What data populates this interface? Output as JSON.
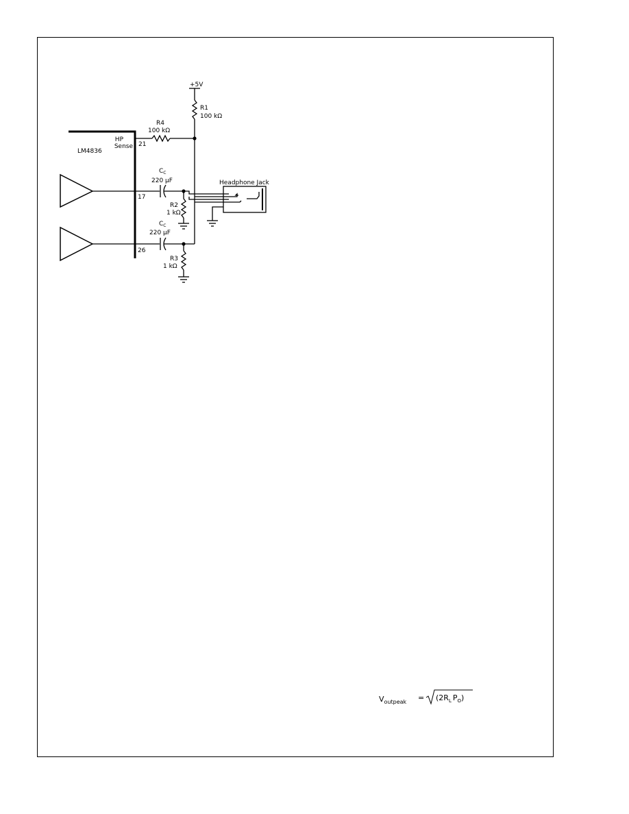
{
  "schematic": {
    "chip_label": "LM4836",
    "pin_hp_sense": "21",
    "hp_sense_label_line1": "HP",
    "hp_sense_label_line2": "Sense",
    "pin_left": "17",
    "pin_right": "26",
    "supply_label": "+5V",
    "r1_name": "R1",
    "r1_value": "100 kΩ",
    "r4_name": "R4",
    "r4_value": "100 kΩ",
    "cc_top_name": "C",
    "cc_top_sub": "C",
    "cc_top_value": "220 µF",
    "cc_bottom_name": "C",
    "cc_bottom_sub": "C",
    "cc_bottom_value": "220 µF",
    "r2_name": "R2",
    "r2_value": "1 kΩ",
    "r3_name": "R3",
    "r3_value": "1 kΩ",
    "jack_label": "Headphone Jack"
  },
  "formula": {
    "lhs_main": "V",
    "lhs_sub": "outpeak",
    "equals": "=",
    "arg_open": "(2R",
    "arg_sub1": "L",
    "arg_mid": "P",
    "arg_sub2": "O",
    "arg_close": ")"
  },
  "colors": {
    "ink": "#000000",
    "background": "#ffffff"
  }
}
